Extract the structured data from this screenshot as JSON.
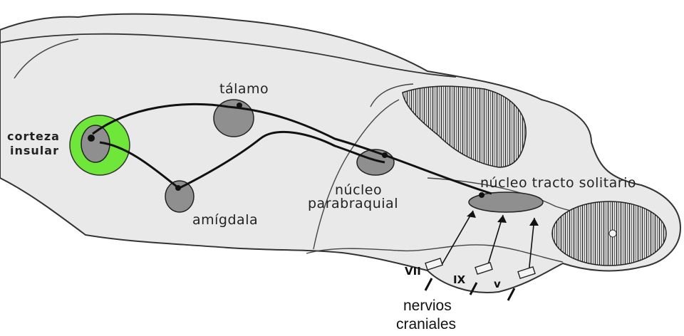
{
  "labels": {
    "corteza": "corteza",
    "insular": "insular",
    "talamo": "tálamo",
    "amigdala": "amígdala",
    "nucleo": "núcleo",
    "parabraquial": "parabraquial",
    "nucleo_tracto_solitario": "núcleo tracto solitario"
  },
  "nerves": {
    "vii": "VII",
    "ix": "IX",
    "v": "v"
  },
  "caption": {
    "line1": "nervios",
    "line2": "craniales"
  },
  "colors": {
    "insular_highlight": "#6ee63a",
    "brain_fill": "#e9e9e9",
    "nucleus_fill": "#8f8f8f",
    "outline": "#2a2a2a"
  }
}
